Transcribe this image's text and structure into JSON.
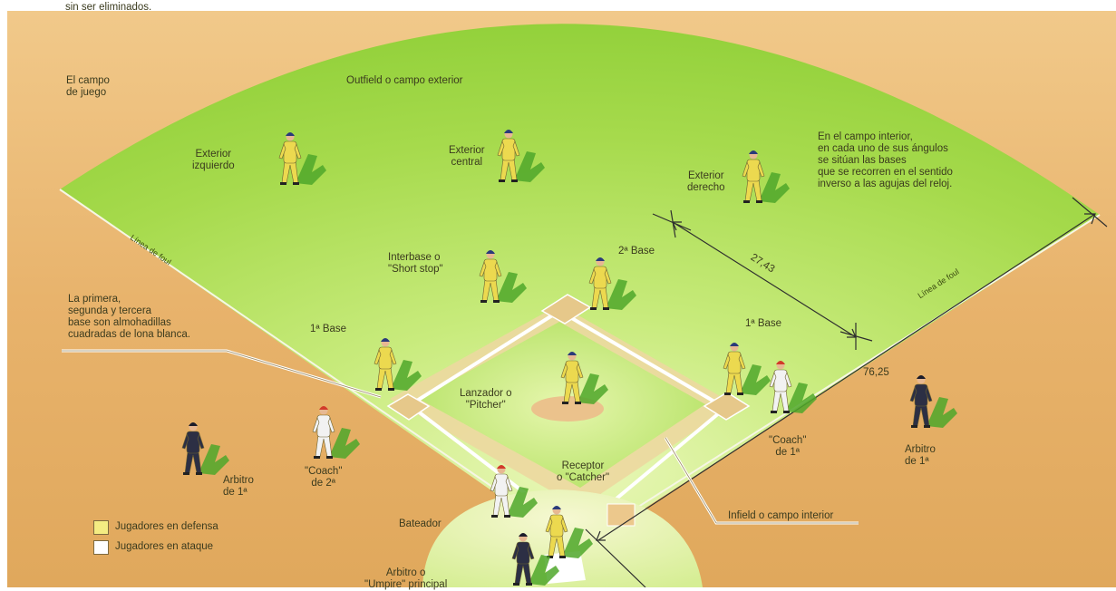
{
  "header_fragment": "sin ser eliminados.",
  "labels": {
    "playing_field": "El campo\nde juego",
    "outfield": "Outfield o campo exterior",
    "left_field": "Exterior\nizquierdo",
    "center_field": "Exterior\ncentral",
    "right_field": "Exterior\nderecho",
    "bases_note": "En el campo interior,\nen cada uno de sus ángulos\nse sitúan las bases\nque se recorren en el sentido\ninverso a las agujas del reloj.",
    "foul_line_left": "Línea de foul",
    "foul_line_right": "Línea de foul",
    "dist_base": "27,43",
    "dist_outfield": "76,25",
    "shortstop": "Interbase o\n\"Short stop\"",
    "second_base": "2ª Base",
    "bases_desc": "La primera,\nsegunda y tercera\nbase son almohadillas\ncuadradas de lona blanca.",
    "base_left": "1ª Base",
    "base_right": "1ª Base",
    "pitcher": "Lanzador o\n\"Pitcher\"",
    "umpire_left": "Arbitro\nde 1ª",
    "coach_left": "\"Coach\"\nde 2ª",
    "catcher": "Receptor\no \"Catcher\"",
    "coach_right": "\"Coach\"\nde 1ª",
    "umpire_right": "Arbitro\nde 1ª",
    "infield": "Infield o campo interior",
    "batter": "Bateador",
    "home_umpire": "Arbitro o\n\"Umpire\" principal"
  },
  "legend": [
    {
      "label": "Jugadores en defensa",
      "color": "#f4ec82"
    },
    {
      "label": "Jugadores en ataque",
      "color": "#ffffff"
    }
  ],
  "colors": {
    "background": "#e9b76c",
    "grass": "#9ad53e",
    "grass_light": "#dff3a2",
    "dirt": "#e8c58a",
    "defense_uniform": "#ecd94f",
    "offense_uniform": "#f2f2f2",
    "umpire": "#2c2f44",
    "shadow": "#4fa72a"
  }
}
